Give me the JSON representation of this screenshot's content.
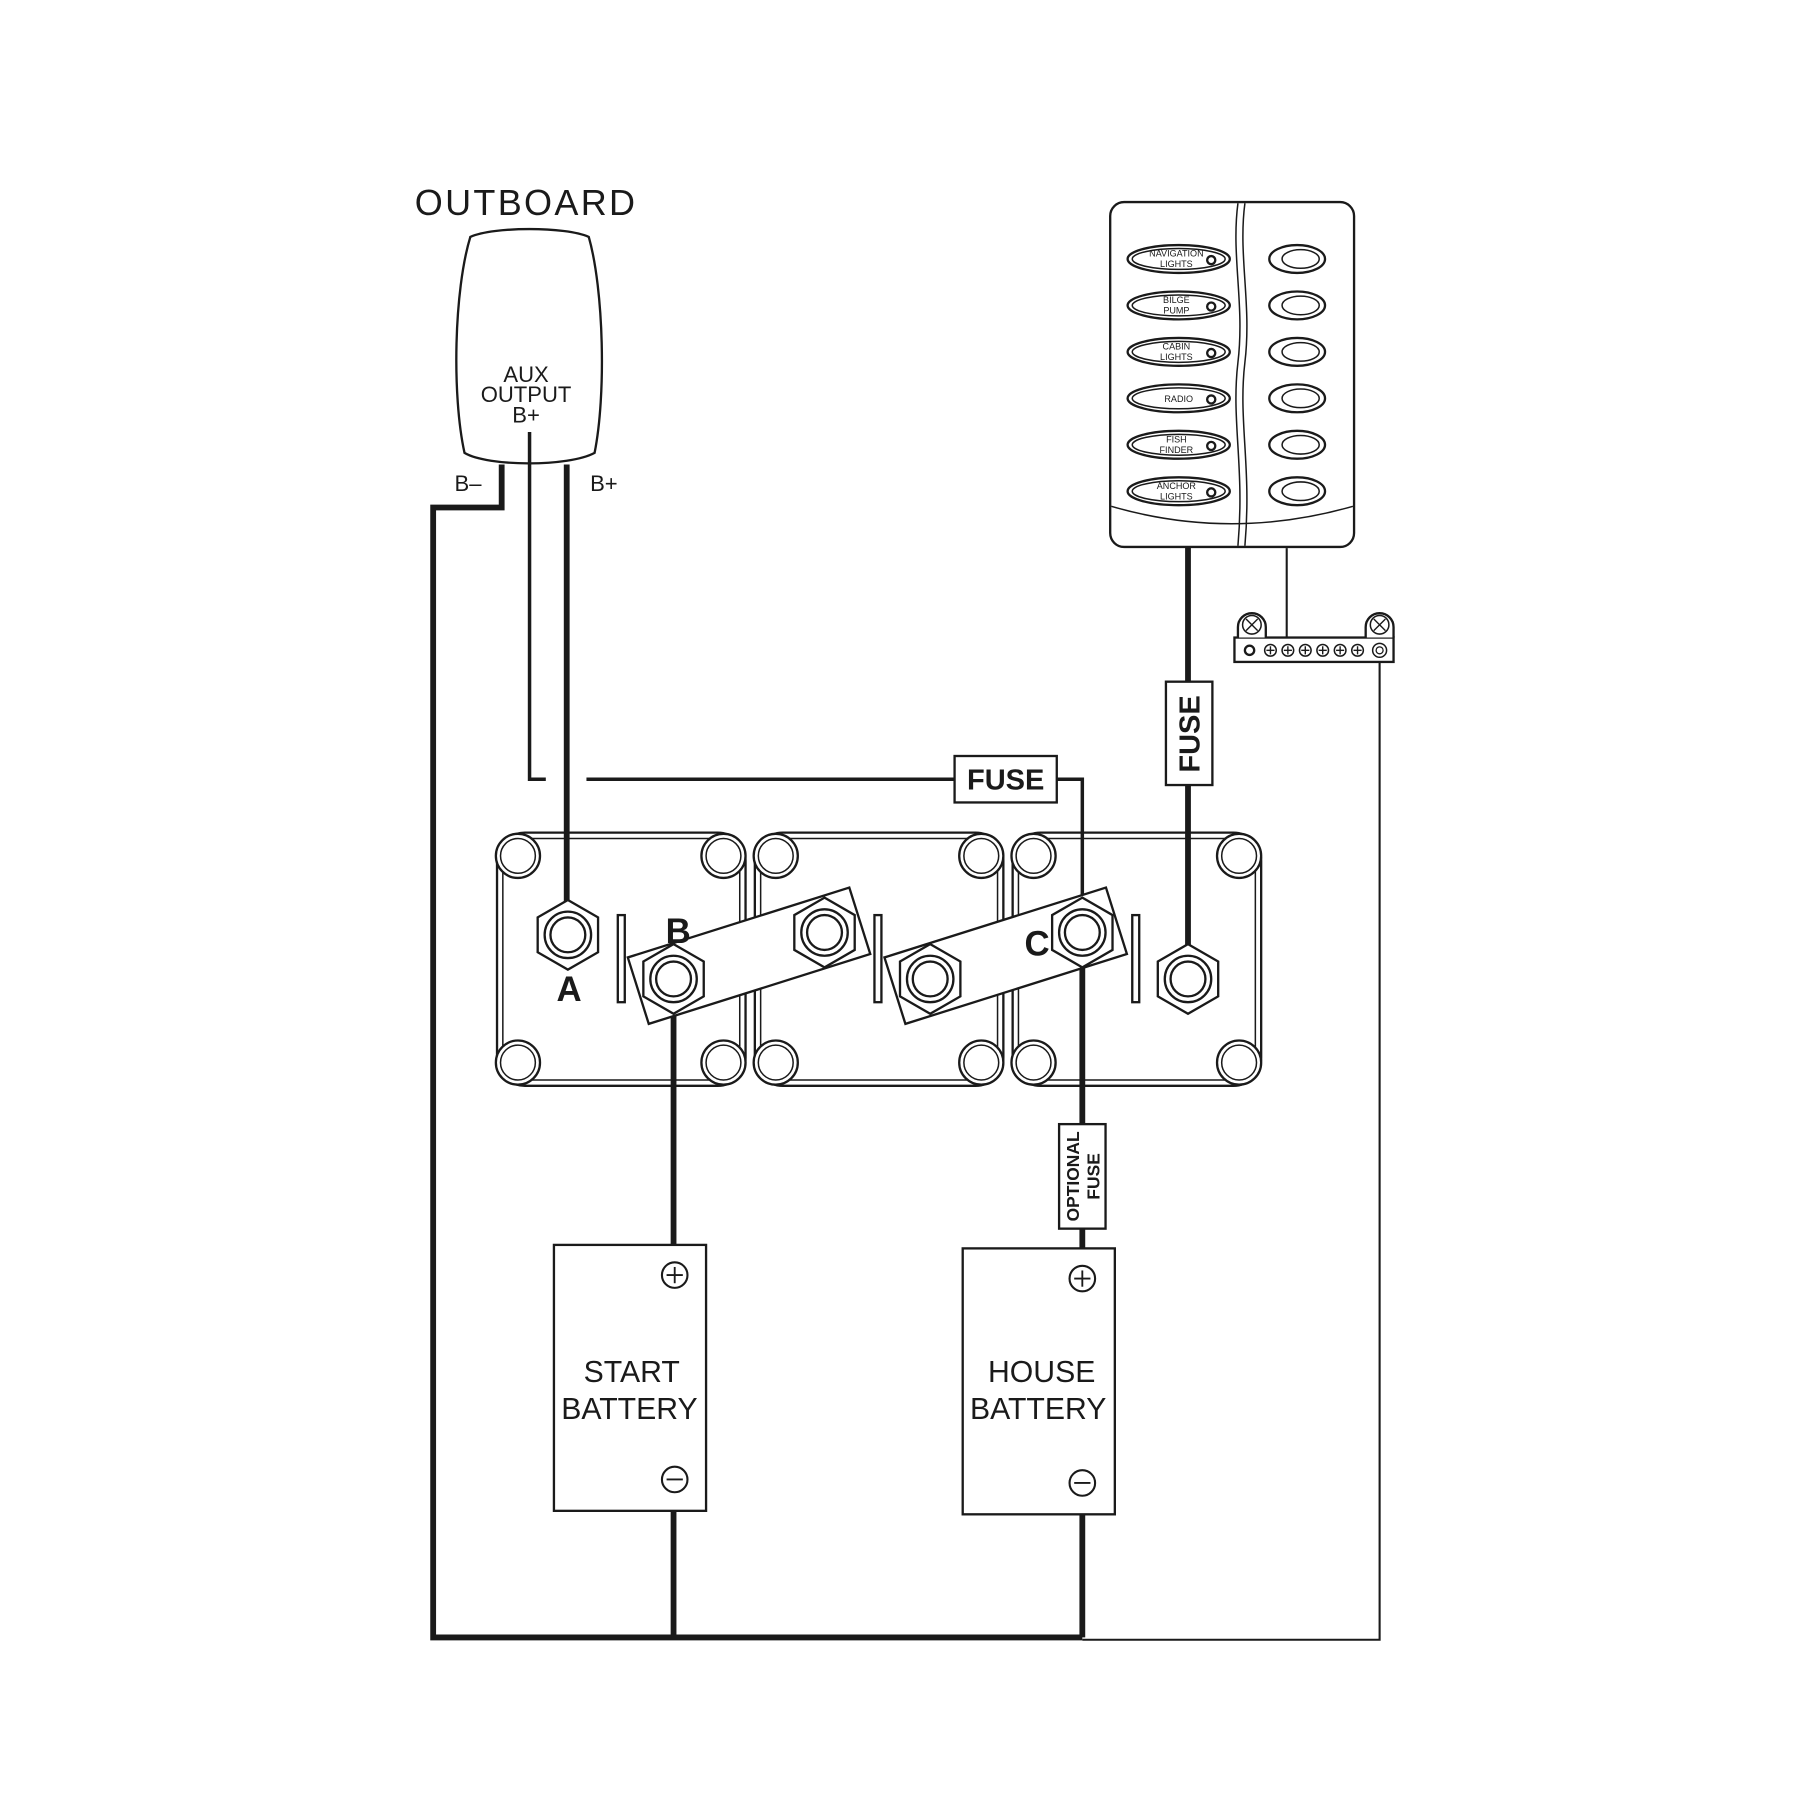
{
  "outboard": {
    "title": "OUTBOARD",
    "aux_output": [
      "AUX",
      "OUTPUT",
      "B+"
    ],
    "negative_label": "B–",
    "positive_label": "B+"
  },
  "fuses": {
    "aux_fuse": "FUSE",
    "panel_fuse": "FUSE",
    "optional_fuse": [
      "OPTIONAL",
      "FUSE"
    ]
  },
  "switch": {
    "terminal_a": "A",
    "terminal_b": "B",
    "terminal_c": "C"
  },
  "batteries": {
    "start": [
      "START",
      "BATTERY"
    ],
    "house": [
      "HOUSE",
      "BATTERY"
    ]
  },
  "panel": {
    "circuits": [
      [
        "NAVIGATION",
        "LIGHTS"
      ],
      [
        "BILGE",
        "PUMP"
      ],
      [
        "CABIN",
        "LIGHTS"
      ],
      [
        "RADIO"
      ],
      [
        "FISH",
        "FINDER"
      ],
      [
        "ANCHOR",
        "LIGHTS"
      ]
    ]
  }
}
